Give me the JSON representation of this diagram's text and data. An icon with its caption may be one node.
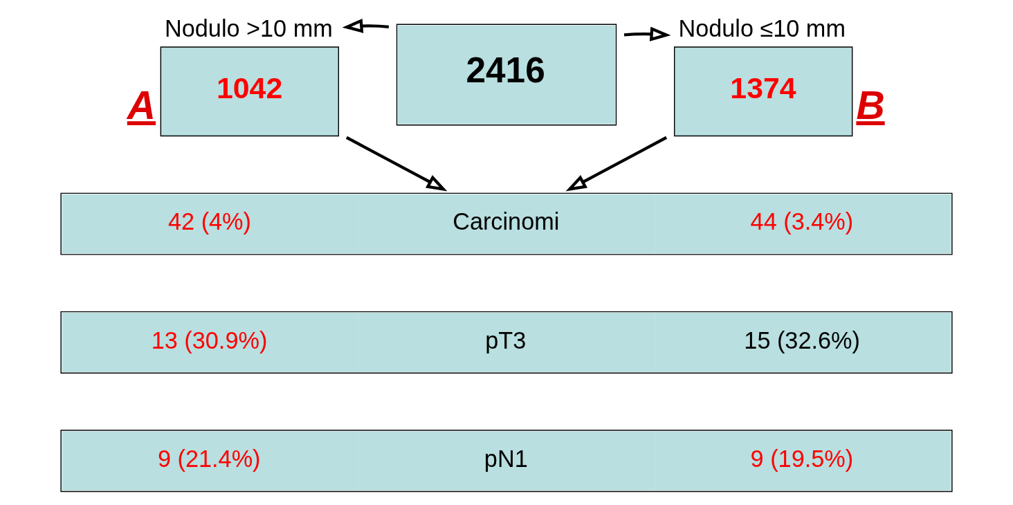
{
  "diagram": {
    "nodes": [
      {
        "text": [
          "2416"
        ]
      },
      {
        "text": [
          "Nodulo >10 mm",
          "1042"
        ],
        "beside": [
          "A"
        ]
      },
      {
        "text": [
          "Nodulo ≤10 mm",
          "1374"
        ],
        "beside": [
          "B"
        ]
      },
      {
        "text": [
          "42 (4%)",
          "Carcinomi",
          "44 (3.4%)"
        ]
      },
      {
        "text": [
          "13 (30.9%)",
          "pT3",
          "15 (32.6%)"
        ]
      },
      {
        "text": [
          "9 (21.4%)",
          "pN1",
          "9 (19.5%)"
        ]
      }
    ],
    "edges": [
      {
        "from": 0,
        "to": 1,
        "arrow": "to"
      },
      {
        "from": 0,
        "to": 2,
        "arrow": "to"
      },
      {
        "from": 1,
        "to": 3,
        "arrow": "to"
      },
      {
        "from": 2,
        "to": 3,
        "arrow": "to"
      }
    ]
  }
}
